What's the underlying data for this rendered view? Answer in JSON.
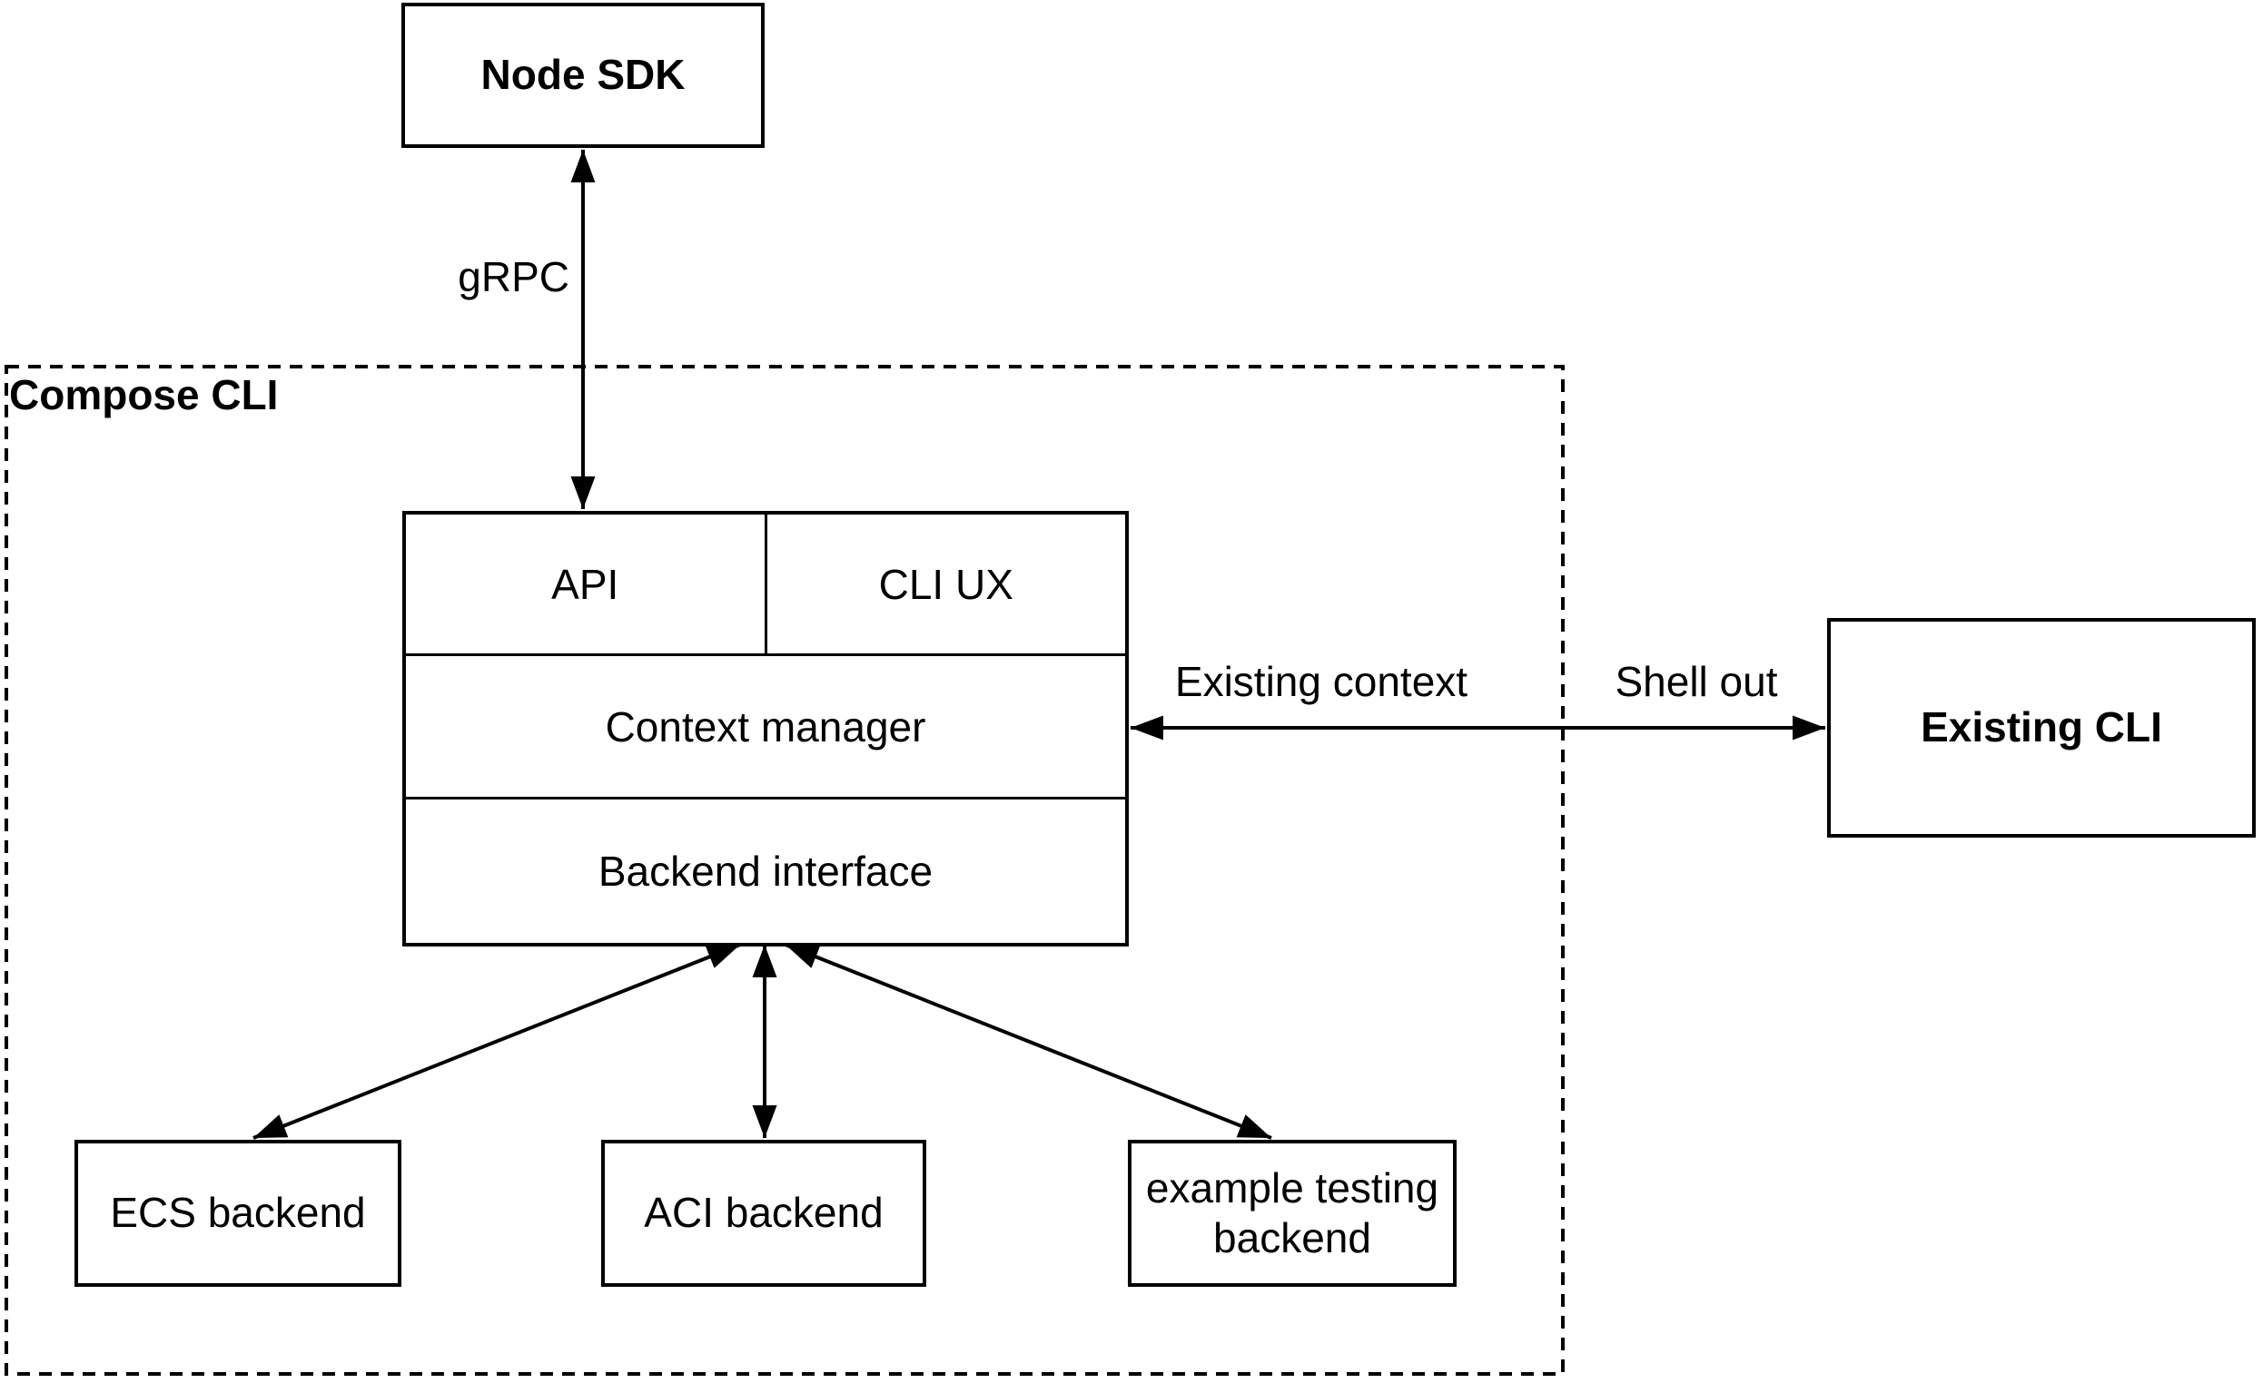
{
  "diagram": {
    "nodes": {
      "node_sdk": {
        "label": "Node SDK"
      },
      "compose_cli_group": {
        "label": "Compose CLI"
      },
      "api": {
        "label": "API"
      },
      "cli_ux": {
        "label": "CLI UX"
      },
      "context_manager": {
        "label": "Context manager"
      },
      "backend_interface": {
        "label": "Backend interface"
      },
      "ecs_backend": {
        "label": "ECS backend"
      },
      "aci_backend": {
        "label": "ACI backend"
      },
      "example_testing_backend": {
        "label": "example testing backend"
      },
      "existing_cli": {
        "label": "Existing CLI"
      }
    },
    "edge_labels": {
      "grpc": "gRPC",
      "existing_context": "Existing context",
      "shell_out": "Shell out"
    },
    "colors": {
      "stroke": "#000000",
      "text": "#000000",
      "background": "#ffffff"
    }
  }
}
